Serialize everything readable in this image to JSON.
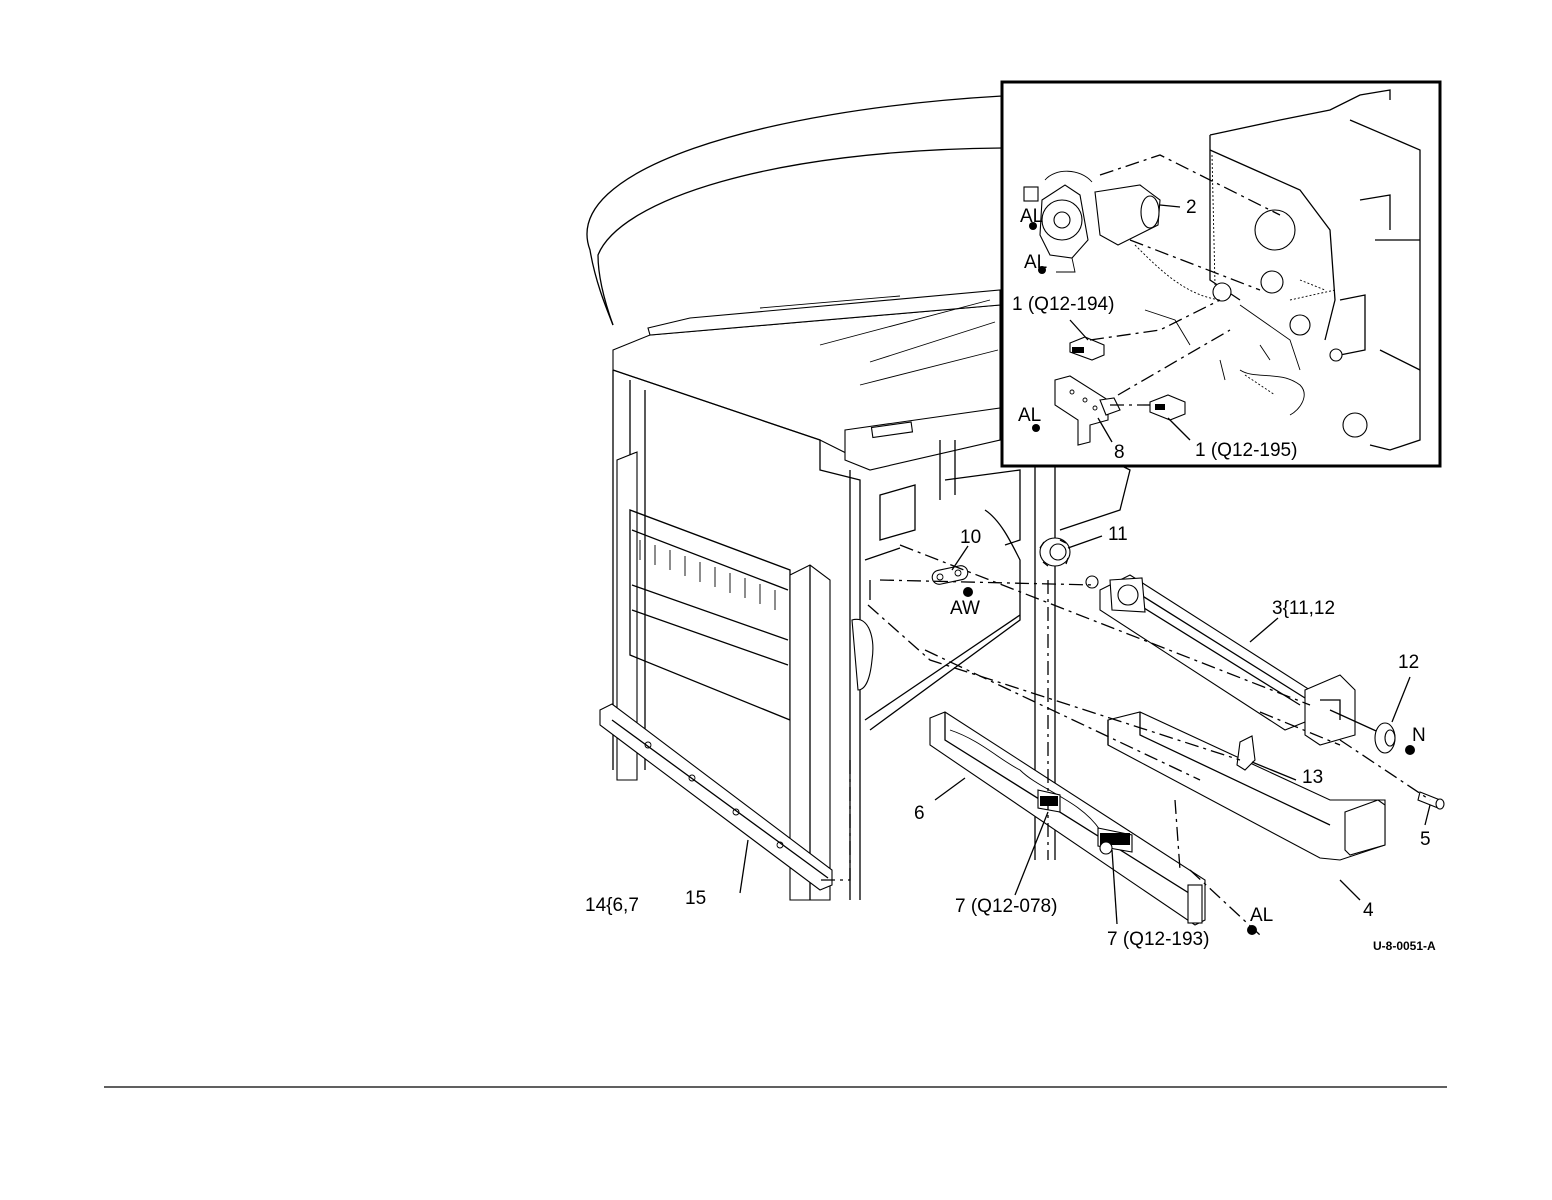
{
  "labels": {
    "l2": "2",
    "al_top": "AL",
    "al_mid": "AL",
    "l1a": "1 (Q12-194)",
    "al_inset": "AL",
    "l8": "8",
    "l1b": "1 (Q12-195)",
    "l11": "11",
    "l10": "10",
    "aw": "AW",
    "l3": "3{11,12",
    "l12": "12",
    "n": "N",
    "l13": "13",
    "l6": "6",
    "l5": "5",
    "l14": "14{6,7",
    "l15": "15",
    "l7a": "7 (Q12-078)",
    "al_bottom": "AL",
    "l4": "4",
    "l7b": "7 (Q12-193)",
    "figure_id": "U-8-0051-A"
  }
}
